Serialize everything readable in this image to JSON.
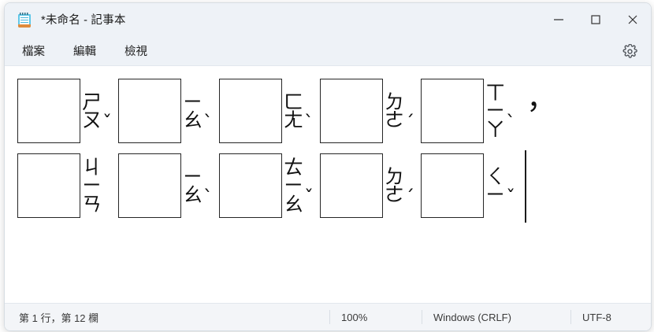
{
  "window": {
    "title": "*未命名 - 記事本",
    "app_icon": "notepad-icon",
    "controls": {
      "minimize": "minimize-icon",
      "maximize": "maximize-icon",
      "close": "close-icon"
    }
  },
  "menu": {
    "items": [
      {
        "label": "檔案"
      },
      {
        "label": "編輯"
      },
      {
        "label": "檢視"
      }
    ],
    "settings_icon": "gear-icon"
  },
  "editor": {
    "lines": [
      {
        "units": [
          {
            "glyph": "",
            "zhuyin": [
              "ㄕ",
              "ㄡ"
            ],
            "tone": "ˇ"
          },
          {
            "glyph": "",
            "zhuyin": [
              "ㄧ",
              "ㄠ"
            ],
            "tone": "ˋ"
          },
          {
            "glyph": "",
            "zhuyin": [
              "ㄈ",
              "ㄤ"
            ],
            "tone": "ˋ"
          },
          {
            "glyph": "",
            "zhuyin": [
              "ㄉ",
              "ㄜ"
            ],
            "tone": "ˊ"
          },
          {
            "glyph": "",
            "zhuyin": [
              "ㄒ",
              "ㄧ",
              "ㄚ"
            ],
            "tone": "ˋ"
          }
        ],
        "punctuation": "，",
        "caret": false
      },
      {
        "units": [
          {
            "glyph": "",
            "zhuyin": [
              "ㄐ",
              "ㄧ",
              "ㄢ"
            ],
            "tone": ""
          },
          {
            "glyph": "",
            "zhuyin": [
              "ㄧ",
              "ㄠ"
            ],
            "tone": "ˋ"
          },
          {
            "glyph": "",
            "zhuyin": [
              "ㄊ",
              "ㄧ",
              "ㄠ"
            ],
            "tone": "ˇ"
          },
          {
            "glyph": "",
            "zhuyin": [
              "ㄉ",
              "ㄜ"
            ],
            "tone": "ˊ"
          },
          {
            "glyph": "",
            "zhuyin": [
              "ㄑ",
              "ㄧ"
            ],
            "tone": "ˇ"
          }
        ],
        "punctuation": "",
        "caret": true
      }
    ]
  },
  "status_bar": {
    "position": "第 1 行，第 12 欄",
    "zoom": "100%",
    "line_ending": "Windows (CRLF)",
    "encoding": "UTF-8"
  },
  "colors": {
    "titlebar_bg": "#eef2f7",
    "editor_bg": "#ffffff",
    "statusbar_bg": "#f3f5f8",
    "text": "#1b1b1b"
  }
}
